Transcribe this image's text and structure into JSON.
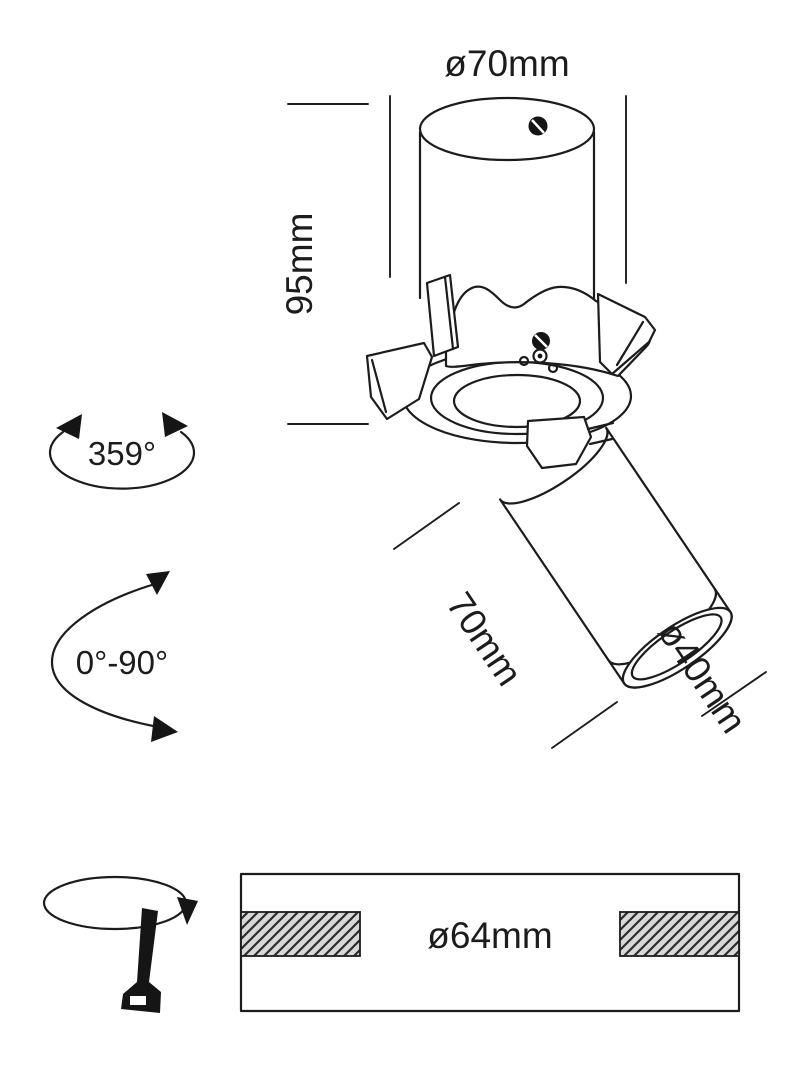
{
  "colors": {
    "line": "#1c1c1c",
    "hatch_fill": "#d8d8d8"
  },
  "labels": {
    "body_diameter": "ø70mm",
    "body_height": "95mm",
    "head_length": "70mm",
    "head_diameter": "ø40mm",
    "cutout_diameter": "ø64mm",
    "pan_rotation": "359°",
    "tilt_range": "0°-90°"
  }
}
